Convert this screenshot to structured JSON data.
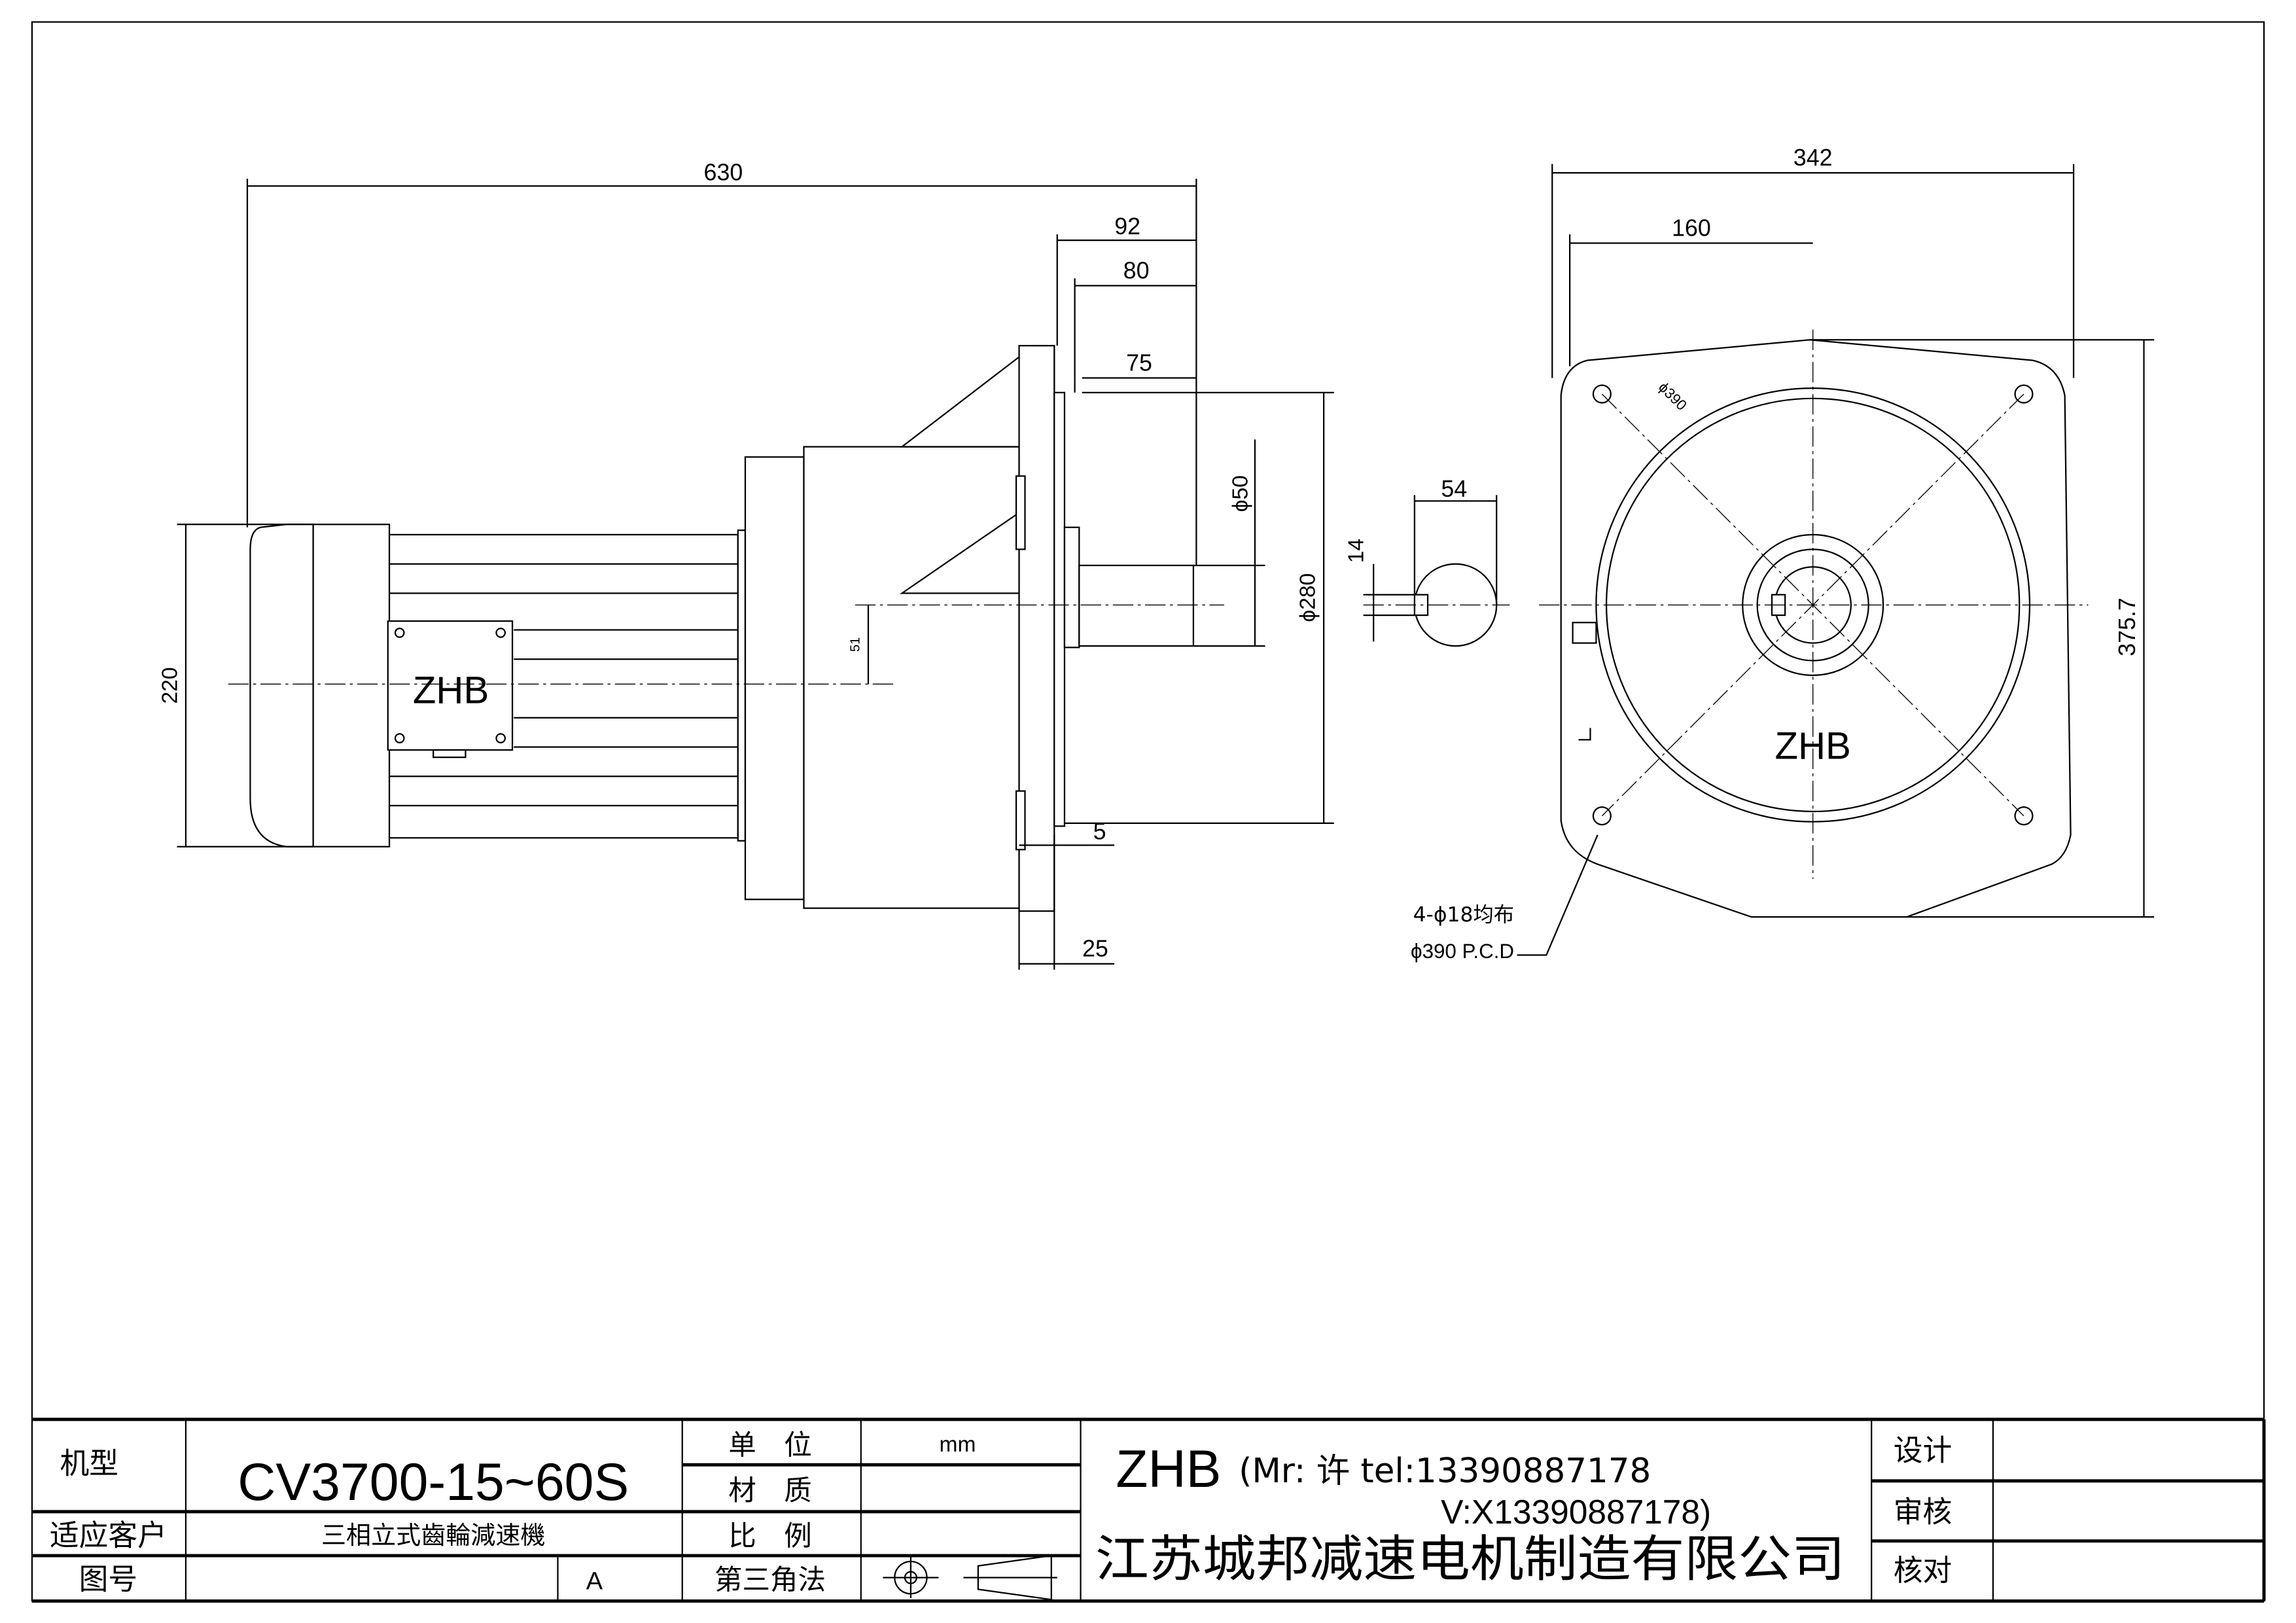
{
  "dimensions": {
    "side": {
      "overall_length": "630",
      "d92": "92",
      "d80": "80",
      "d75": "75",
      "shaft_dia": "ϕ50",
      "flange_dia": "ϕ280",
      "height": "220",
      "offset": "51",
      "d5": "5",
      "d25": "25"
    },
    "key": {
      "width": "54",
      "height": "14"
    },
    "front": {
      "width": "342",
      "half": "160",
      "height": "375.7",
      "pcd_small": "ϕ390",
      "holes": "4-ϕ18均布",
      "pcd": "ϕ390 P.C.D"
    }
  },
  "logos": {
    "motor": "ZHB",
    "front": "ZHB"
  },
  "title_block": {
    "model_label": "机型",
    "model_value": "CV3700-15~60S",
    "customer_label": "适应客户",
    "customer_value": "三相立式齒輪減速機",
    "drawing_no_label": "图号",
    "drawing_no_rev": "A",
    "unit_label": "单　位",
    "unit_value": "mm",
    "material_label": "材　质",
    "scale_label": "比　例",
    "projection_label": "第三角法",
    "brand": "ZHB",
    "contact_line1": "(Mr: 许 tel:13390887178",
    "contact_line2": "V:X13390887178)",
    "company": "江苏城邦减速电机制造有限公司",
    "design_label": "设计",
    "review_label": "审核",
    "check_label": "核对"
  }
}
